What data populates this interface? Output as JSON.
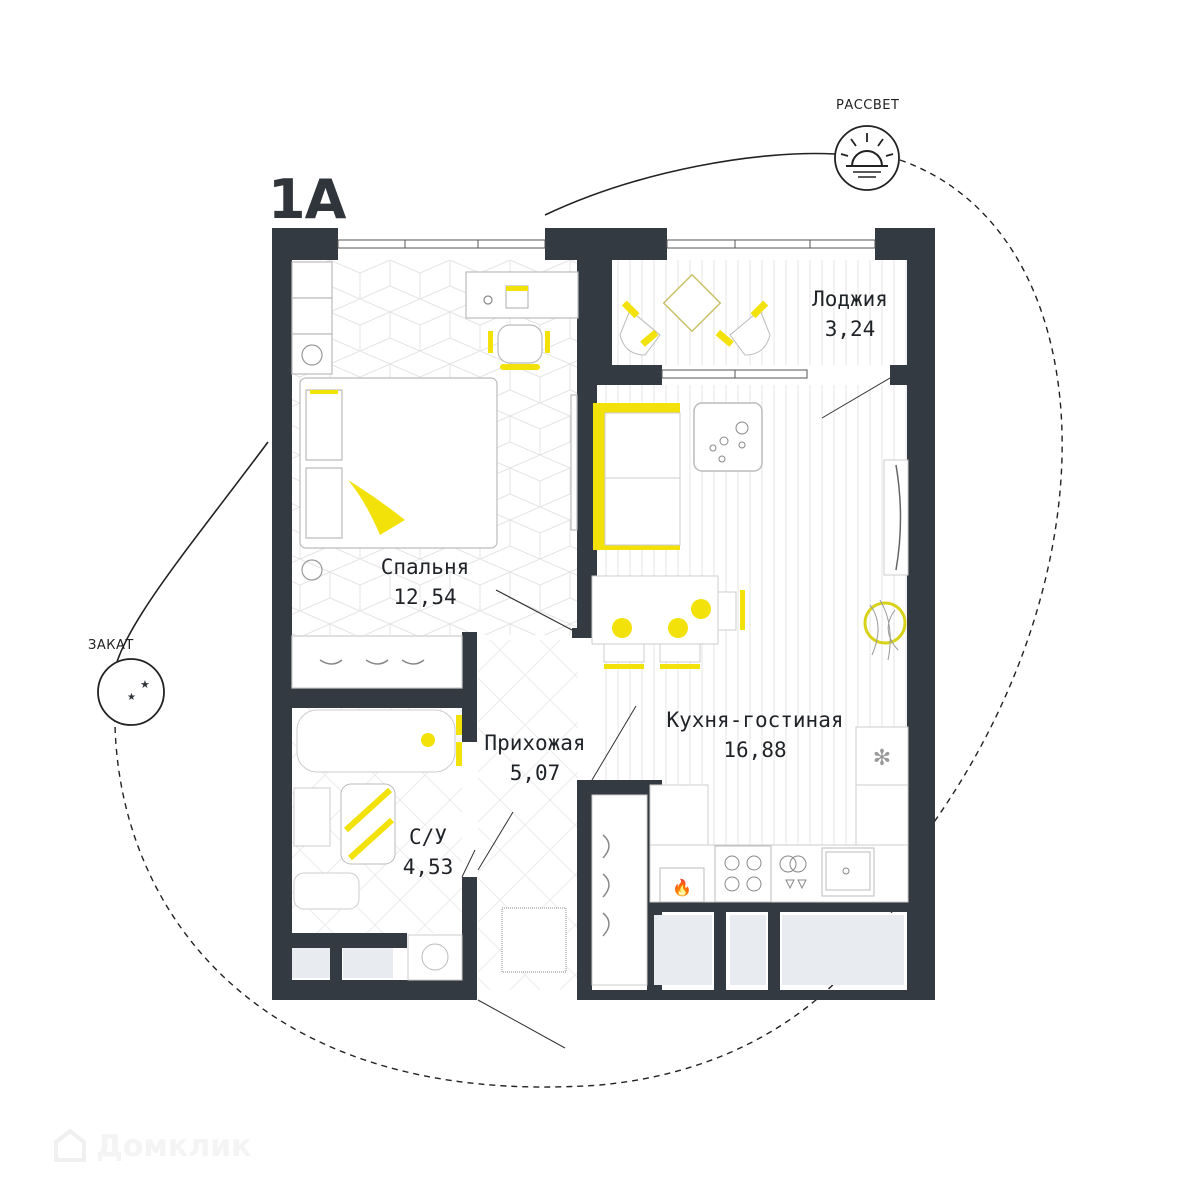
{
  "plan": {
    "title": "1A",
    "colors": {
      "wall": "#343a41",
      "accent": "#f2e20a",
      "line": "#222222",
      "storage": "#e8ecf0"
    }
  },
  "sun": {
    "sunrise_label": "РАССВЕТ",
    "sunset_label": "ЗАКАТ"
  },
  "rooms": [
    {
      "name": "Спальня",
      "area": "12,54"
    },
    {
      "name": "Лоджия",
      "area": "3,24"
    },
    {
      "name": "Кухня-гостиная",
      "area": "16,88"
    },
    {
      "name": "Прихожая",
      "area": "5,07"
    },
    {
      "name": "С/У",
      "area": "4,53"
    }
  ],
  "watermark": {
    "text": "Домклик"
  }
}
